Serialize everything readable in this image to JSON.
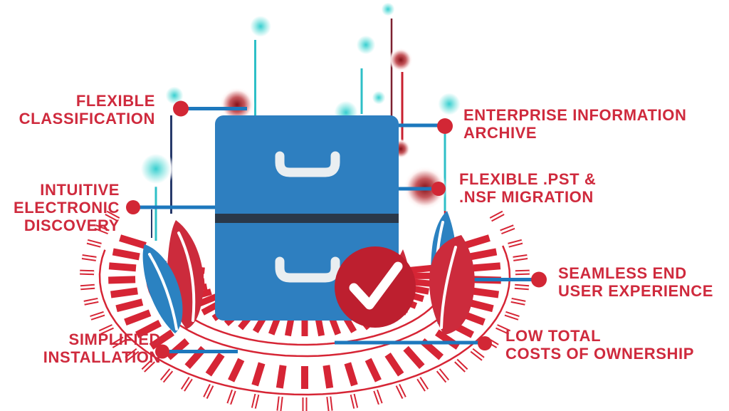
{
  "artwork": {
    "center_icon": "filing-cabinet-icon",
    "badge_icon": "checkmark-icon",
    "decor_icons": [
      "bubble-icon",
      "leaf-icon",
      "sunburst-icon"
    ]
  },
  "features": [
    {
      "name": "flexible-classification",
      "lines": [
        "FLEXIBLE",
        "CLASSIFICATION"
      ]
    },
    {
      "name": "intuitive-electronic-discovery",
      "lines": [
        "INTUITIVE",
        "ELECTRONIC",
        "DISCOVERY"
      ]
    },
    {
      "name": "simplified-installation",
      "lines": [
        "SIMPLIFIED",
        "INSTALLATION"
      ]
    },
    {
      "name": "enterprise-information-archive",
      "lines": [
        "ENTERPRISE INFORMATION",
        "ARCHIVE"
      ]
    },
    {
      "name": "flexible-pst-nsf-migration",
      "lines": [
        "FLEXIBLE .PST &",
        ".NSF MIGRATION"
      ]
    },
    {
      "name": "seamless-end-user-experience",
      "lines": [
        "SEAMLESS END",
        "USER EXPERIENCE"
      ]
    },
    {
      "name": "low-total-costs-of-ownership",
      "lines": [
        "LOW TOTAL",
        "COSTS OF OWNERSHIP"
      ]
    }
  ],
  "colors": {
    "label_red": "#cf2a3d",
    "tick_red": "#d62535",
    "dot_red": "#d22735",
    "connector_blue": "#1d78bd",
    "cabinet_blue": "#2e7fc0",
    "divider_navy": "#2a3849",
    "handle_white": "#e9eef1",
    "check_red": "#bd1f2f",
    "teal_stem": "#2ebfc7",
    "stem_red": "#c8202f",
    "maroon_stem": "#7c2130",
    "navy_stem": "#273a6b",
    "leaf_red": "#cc2b3c",
    "leaf_blue": "#2b82c1",
    "bubble_teal_core": "#38cfd0",
    "bubble_red_core": "#871219"
  }
}
